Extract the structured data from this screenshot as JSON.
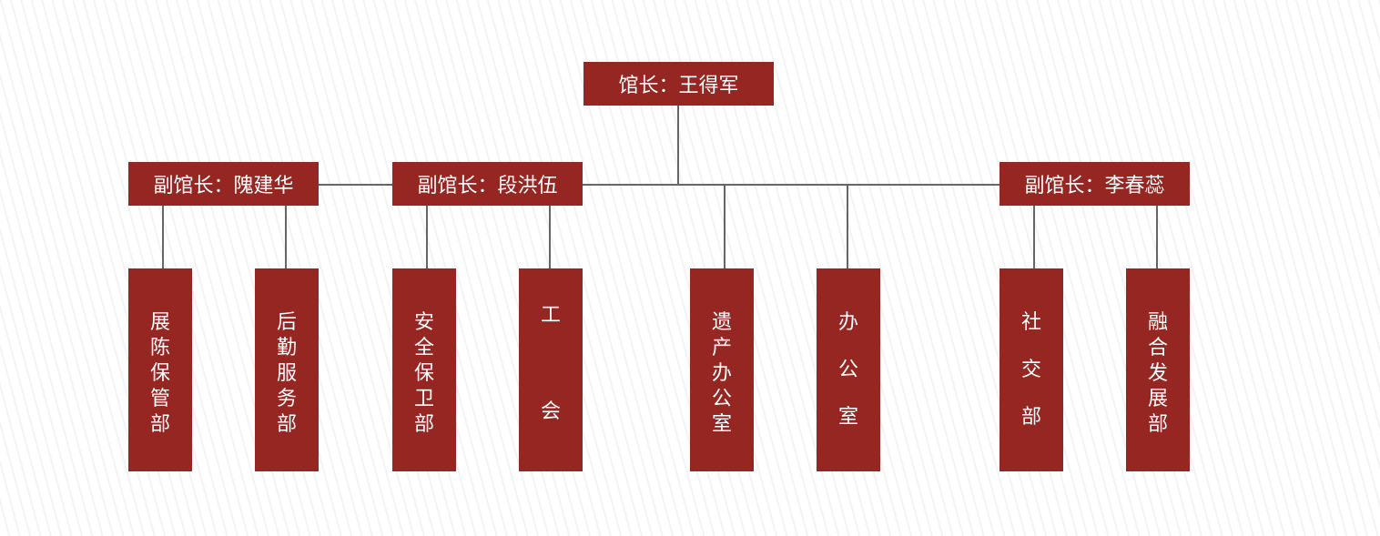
{
  "director": "馆长：王得军",
  "deputies": [
    "副馆长：隗建华",
    "副馆长：段洪伍",
    "副馆长：李春蕊"
  ],
  "departments": [
    {
      "chars": [
        "展",
        "陈",
        "保",
        "管",
        "部"
      ]
    },
    {
      "chars": [
        "后",
        "勤",
        "服",
        "务",
        "部"
      ]
    },
    {
      "chars": [
        "安",
        "全",
        "保",
        "卫",
        "部"
      ]
    },
    {
      "chars": [
        "工",
        "会"
      ]
    },
    {
      "chars": [
        "遗",
        "产",
        "办",
        "公",
        "室"
      ]
    },
    {
      "chars": [
        "办",
        "公",
        "室"
      ]
    },
    {
      "chars": [
        "社",
        "交",
        "部"
      ]
    },
    {
      "chars": [
        "融",
        "合",
        "发",
        "展",
        "部"
      ]
    }
  ],
  "colors": {
    "box": "#962622",
    "line": "#666666"
  }
}
